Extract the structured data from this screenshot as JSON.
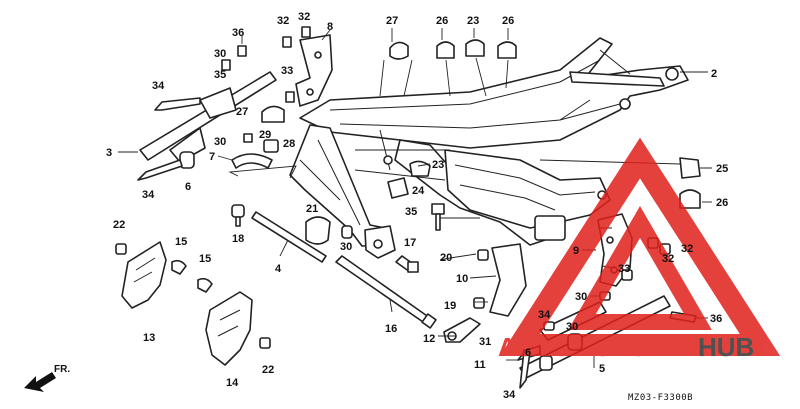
{
  "callouts": [
    {
      "n": "27"
    },
    {
      "n": "26"
    },
    {
      "n": "23"
    },
    {
      "n": "26"
    },
    {
      "n": "32"
    },
    {
      "n": "32"
    },
    {
      "n": "8"
    },
    {
      "n": "36"
    },
    {
      "n": "30"
    },
    {
      "n": "35"
    },
    {
      "n": "33"
    },
    {
      "n": "34"
    },
    {
      "n": "27"
    },
    {
      "n": "29"
    },
    {
      "n": "30"
    },
    {
      "n": "28"
    },
    {
      "n": "3"
    },
    {
      "n": "7"
    },
    {
      "n": "6"
    },
    {
      "n": "34"
    },
    {
      "n": "2"
    },
    {
      "n": "25"
    },
    {
      "n": "26"
    },
    {
      "n": "23"
    },
    {
      "n": "24"
    },
    {
      "n": "35"
    },
    {
      "n": "21"
    },
    {
      "n": "30"
    },
    {
      "n": "18"
    },
    {
      "n": "22"
    },
    {
      "n": "15"
    },
    {
      "n": "15"
    },
    {
      "n": "4"
    },
    {
      "n": "17"
    },
    {
      "n": "20"
    },
    {
      "n": "10"
    },
    {
      "n": "9"
    },
    {
      "n": "32"
    },
    {
      "n": "32"
    },
    {
      "n": "33"
    },
    {
      "n": "30"
    },
    {
      "n": "19"
    },
    {
      "n": "16"
    },
    {
      "n": "13"
    },
    {
      "n": "12"
    },
    {
      "n": "34"
    },
    {
      "n": "30"
    },
    {
      "n": "36"
    },
    {
      "n": "31"
    },
    {
      "n": "6"
    },
    {
      "n": "11"
    },
    {
      "n": "5"
    },
    {
      "n": "34"
    },
    {
      "n": "14"
    },
    {
      "n": "22"
    }
  ],
  "front_label": "FR.",
  "caption": "MZ03-F3300B",
  "watermark": {
    "text_a": "AUTOMOTO",
    "text_b": "HUB",
    "color_red": "#e0201c",
    "color_dark": "#333333"
  }
}
